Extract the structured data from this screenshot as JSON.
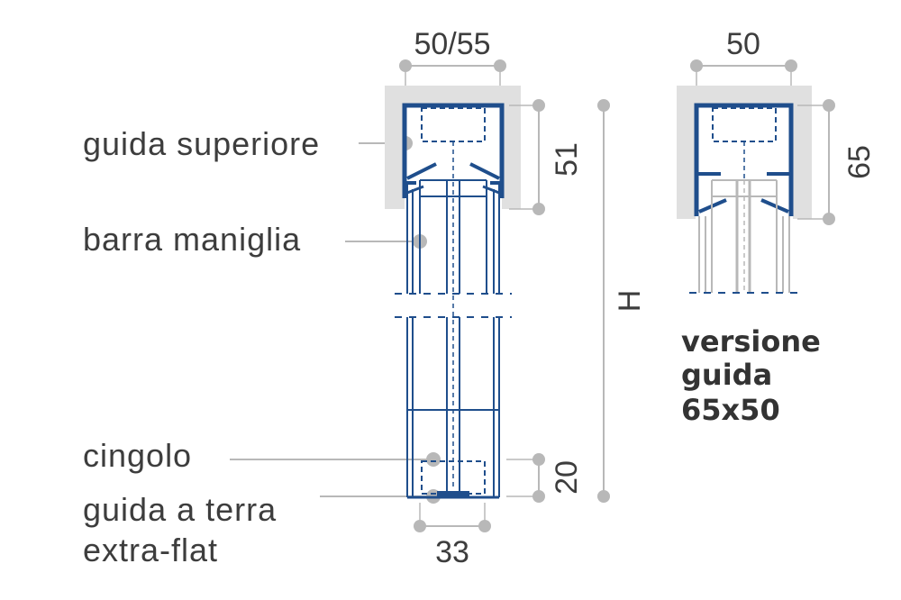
{
  "labels": {
    "guida_superiore": "guida superiore",
    "barra_maniglia": "barra maniglia",
    "cingolo": "cingolo",
    "guida_a_terra_line1": "guida a terra",
    "guida_a_terra_line2": "extra-flat"
  },
  "dimensions": {
    "top_width_main": "50/55",
    "top_height_main": "51",
    "total_height": "H",
    "bottom_height": "20",
    "bottom_width": "33",
    "top_width_alt": "50",
    "top_height_alt": "65"
  },
  "caption": {
    "line1": "versione",
    "line2": "guida",
    "line3": "65x50"
  },
  "colors": {
    "profile_blue": "#1f4e8c",
    "dim_grey": "#b8b8b8",
    "housing_grey": "#e0e0e0",
    "text": "#3d3d3d"
  }
}
